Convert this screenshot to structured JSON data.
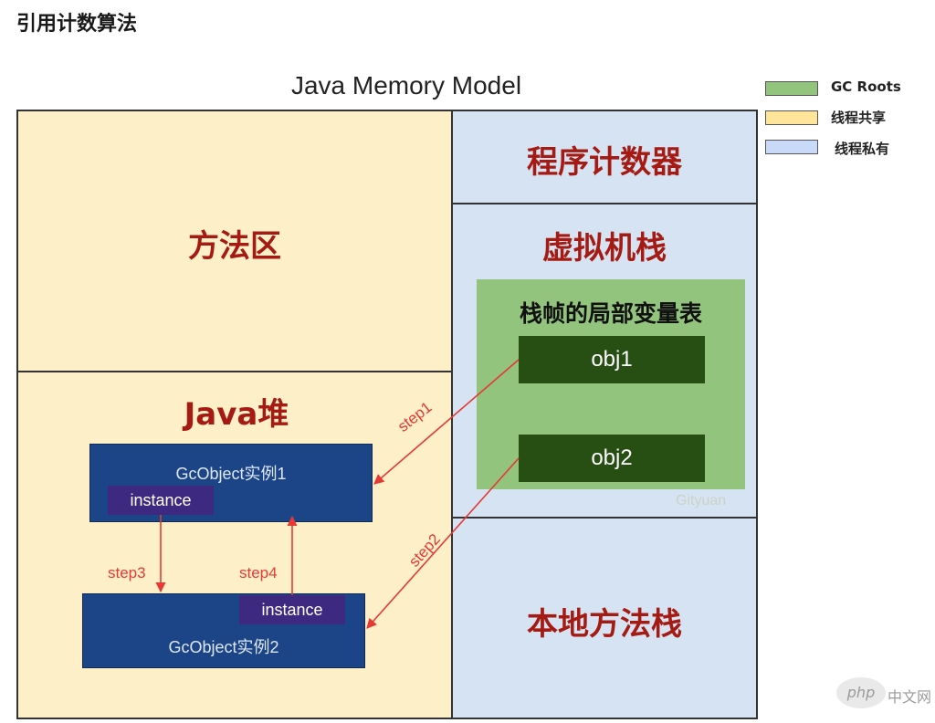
{
  "heading": "引用计数算法",
  "diagram_title": "Java Memory Model",
  "legend": [
    {
      "label": "GC Roots",
      "color": "#93c47d"
    },
    {
      "label": "线程共享",
      "color": "#ffe599"
    },
    {
      "label": "线程私有",
      "color": "#c9daf8"
    }
  ],
  "regions": {
    "method_area": "方法区",
    "heap": "Java堆",
    "program_counter": "程序计数器",
    "vm_stack": "虚拟机栈",
    "native_stack": "本地方法栈"
  },
  "frame": {
    "label": "栈帧的局部变量表",
    "obj1": "obj1",
    "obj2": "obj2",
    "watermark": "Gityuan"
  },
  "gc_objects": {
    "first_title": "GcObject实例1",
    "first_instance": "instance",
    "second_title": "GcObject实例2",
    "second_instance": "instance"
  },
  "steps": {
    "step1": "step1",
    "step2": "step2",
    "step3": "step3",
    "step4": "step4"
  },
  "badge": {
    "logo": "php",
    "text": "中文网"
  }
}
